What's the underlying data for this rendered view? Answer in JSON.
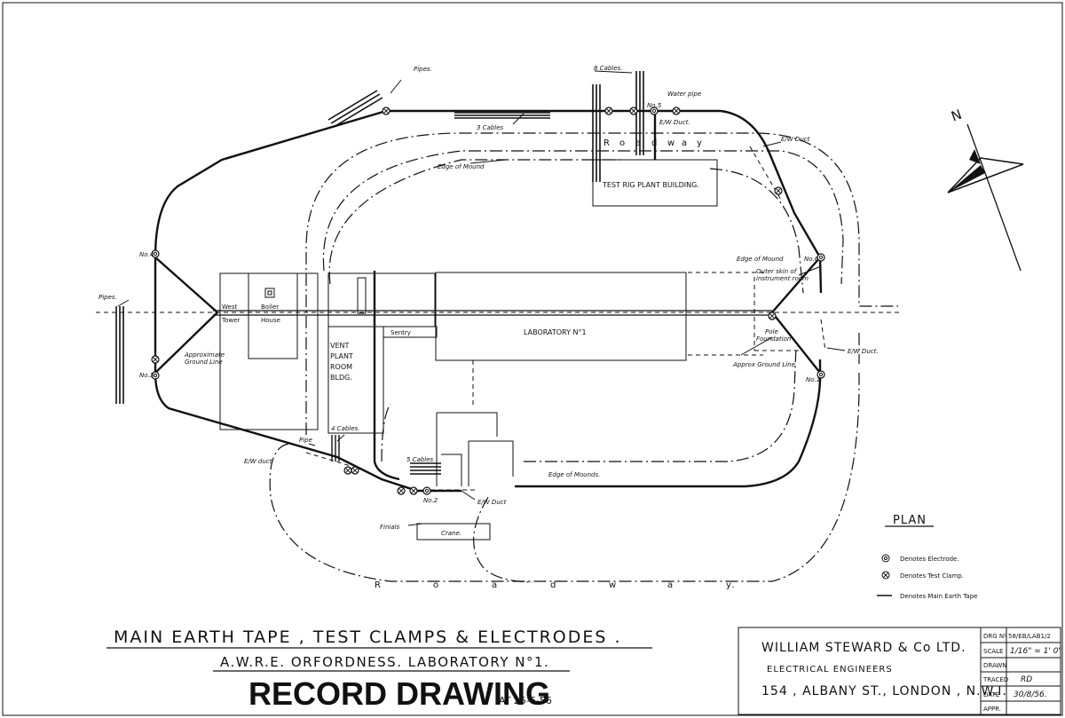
{
  "labels": {
    "pipes_top": "Pipes.",
    "cables_8": "8 Cables.",
    "cables_3": "3 Cables",
    "water_pipe": "Water pipe",
    "no5": "No.5",
    "ew_duct_small": "E/W Duct.",
    "roadway_top": [
      "R",
      "o",
      "a",
      "d",
      "w",
      "a",
      "y"
    ],
    "edge_mound_top": "Edge of Mound",
    "ew_duct_ne": "E/W Duct",
    "test_rig": "TEST RIG PLANT BUILDING.",
    "no4": "No.4",
    "no3": "No.3",
    "pipes_left": "Pipes.",
    "west_tower_1": "West",
    "west_tower_2": "Tower",
    "boiler_1": "Boiler",
    "boiler_2": "House",
    "approx_ground_1": "Approximate",
    "approx_ground_2": "Ground Line",
    "vent_1": "VENT",
    "vent_2": "PLANT",
    "vent_3": "ROOM",
    "vent_4": "BLDG.",
    "sentry": "Sentry",
    "laboratory": "LABORATORY  N°1",
    "edge_mound_right": "Edge of Mound",
    "no6": "No.6",
    "outer_skin_1": "Outer skin of",
    "outer_skin_2": "instrument room",
    "pole_1": "Pole",
    "pole_2": "Foundation",
    "ew_duct_right": "E/W Duct.",
    "approx_ground_right": "Approx Ground Line",
    "no1": "No.1",
    "cables_4": "4 Cables.",
    "pipe_small": "Pipe",
    "ew_duct_sw": "E/W duct",
    "cables_5": "5 Cables",
    "edge_mounds_bottom": "Edge of Mounds.",
    "no2": "No.2",
    "ew_duct_bottom": "E/W Duct",
    "finials": "Finials",
    "crane": "Crane.",
    "roadway_bottom": [
      "R",
      "o",
      "a",
      "d",
      "w",
      "a",
      "y."
    ],
    "north": "N"
  },
  "legend": {
    "title": "PLAN",
    "electrode": "Denotes  Electrode.",
    "test_clamp": "Denotes  Test  Clamp.",
    "main_tape": "Denotes  Main  Earth  Tape"
  },
  "titles": {
    "line1": "MAIN  EARTH  TAPE ,  TEST  CLAMPS  &  ELECTRODES .",
    "line2": "A.W.R.E.  ORFORDNESS.  LABORATORY  N°1.",
    "line3": "RECORD DRAWING",
    "line3_date": "AT 25-6-56"
  },
  "title_block": {
    "company": "WILLIAM  STEWARD  & Co LTD.",
    "trade": "ELECTRICAL  ENGINEERS",
    "address": "154 , ALBANY  ST., LONDON , N.W.I.",
    "rows": [
      {
        "label": "DRG Nº",
        "value": "58/EB/LAB1/2"
      },
      {
        "label": "SCALE",
        "value": "1/16\" = 1' 0\""
      },
      {
        "label": "DRAWN",
        "value": ""
      },
      {
        "label": "TRACED",
        "value": "RD"
      },
      {
        "label": "DATE",
        "value": "30/8/56."
      },
      {
        "label": "APPR.",
        "value": ""
      }
    ]
  }
}
